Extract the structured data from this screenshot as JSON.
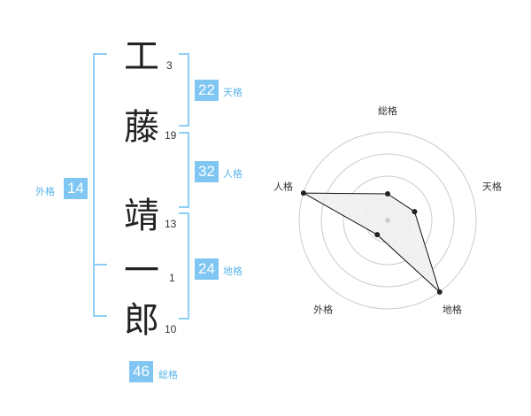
{
  "name": {
    "chars": [
      {
        "char": "工",
        "strokes": "3"
      },
      {
        "char": "藤",
        "strokes": "19"
      },
      {
        "char": "靖",
        "strokes": "13"
      },
      {
        "char": "一",
        "strokes": "1"
      },
      {
        "char": "郎",
        "strokes": "10"
      }
    ]
  },
  "kakusu": {
    "tenkaku": {
      "value": "22",
      "label": "天格"
    },
    "jinkaku": {
      "value": "32",
      "label": "人格"
    },
    "chikaku": {
      "value": "24",
      "label": "地格"
    },
    "gaikaku": {
      "value": "14",
      "label": "外格"
    },
    "soukaku": {
      "value": "46",
      "label": "総格"
    }
  },
  "colors": {
    "accent": "#7fc6f2",
    "bracket": "#8ecff5",
    "radar_fill": "#eeeeee"
  },
  "chart_data": {
    "type": "radar",
    "axes": [
      "総格",
      "天格",
      "地格",
      "外格",
      "人格"
    ],
    "values": [
      0.3,
      0.32,
      1.0,
      0.2,
      1.0
    ],
    "rings": 4,
    "range": [
      0,
      1
    ]
  }
}
